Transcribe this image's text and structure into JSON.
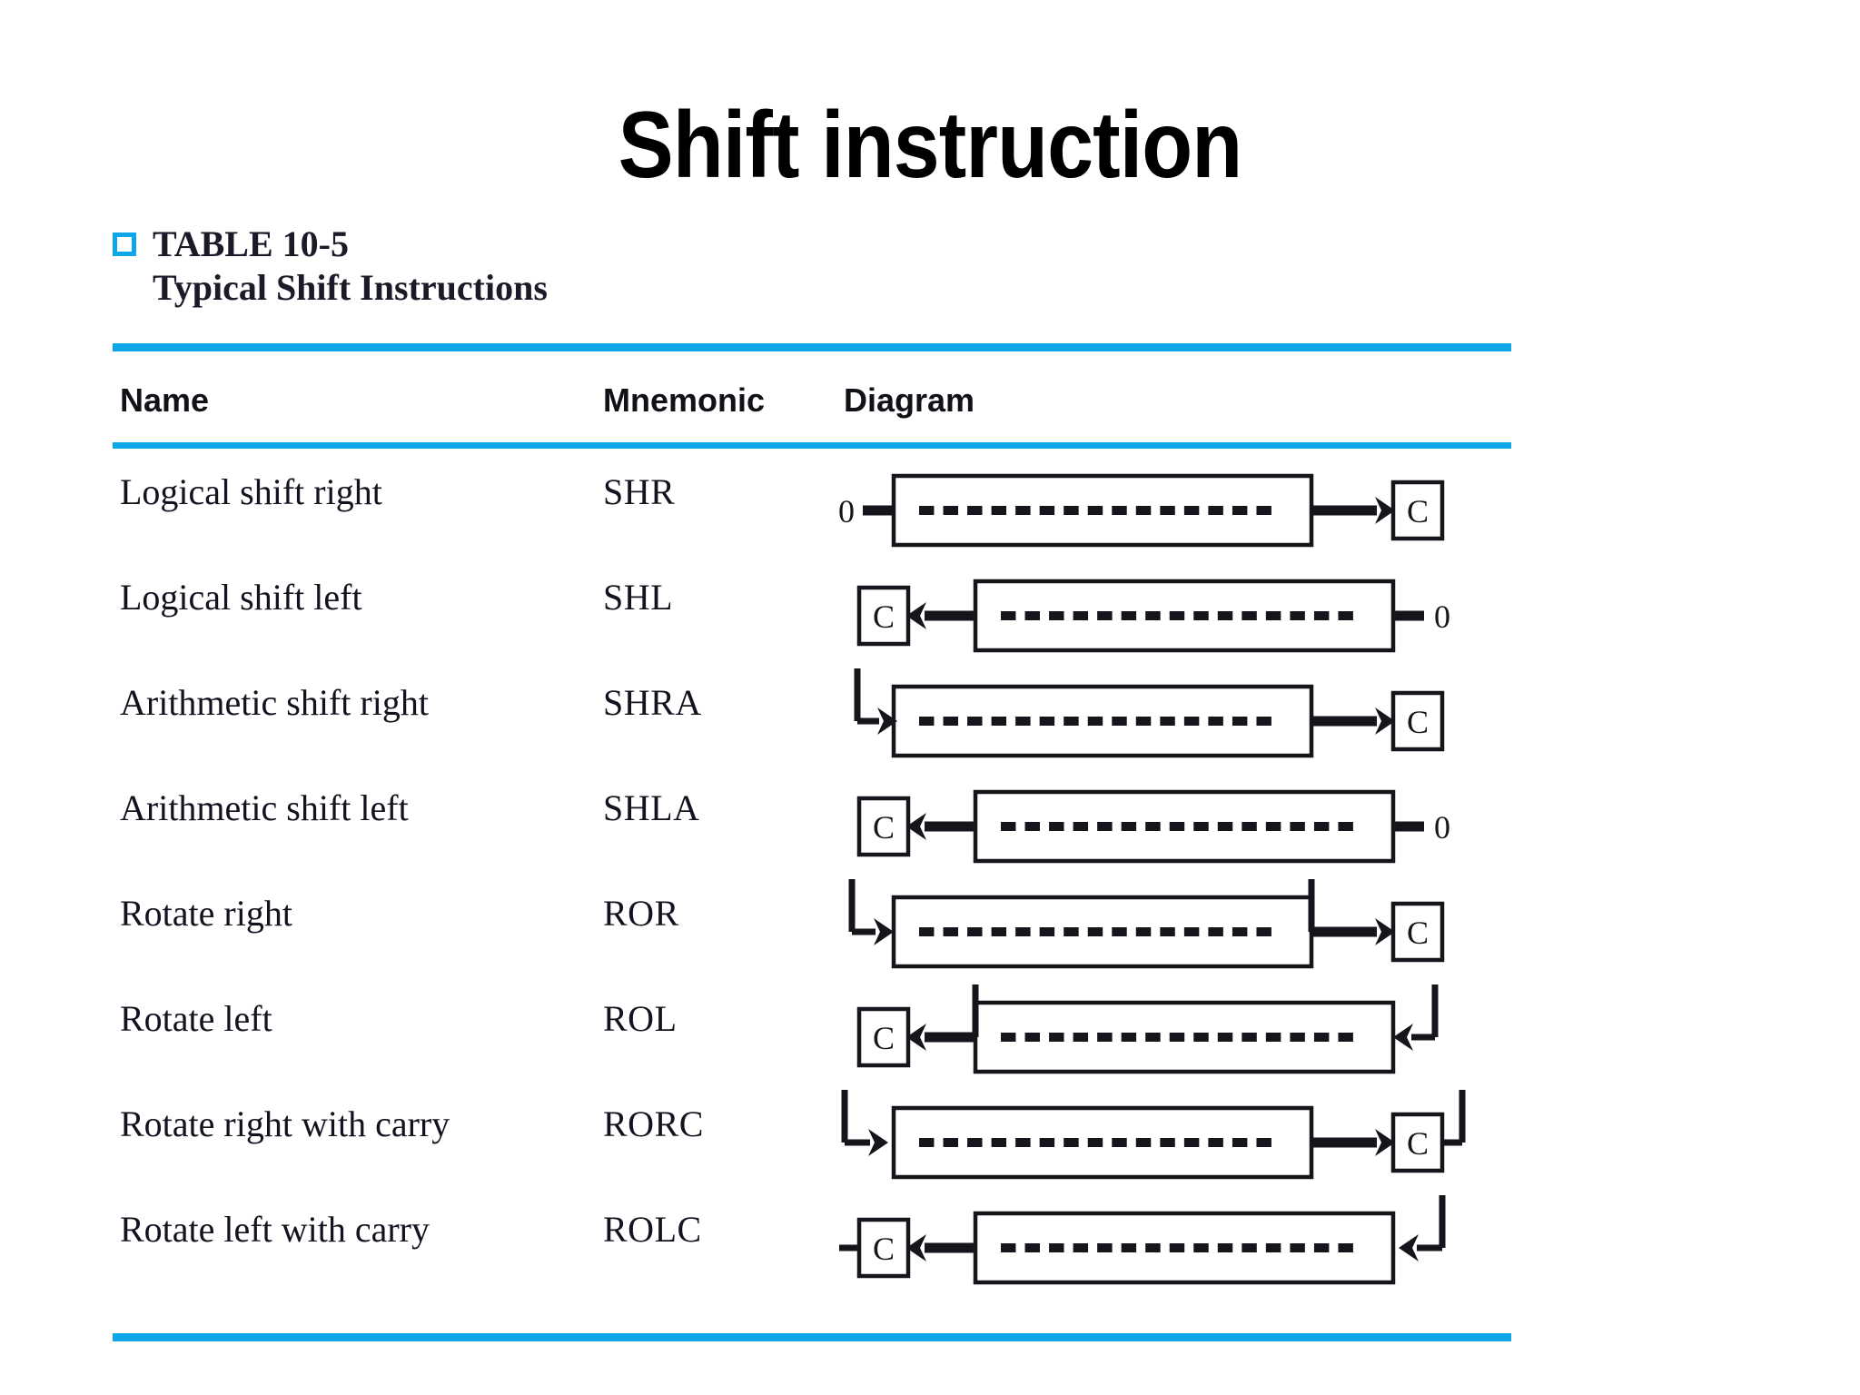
{
  "slide": {
    "title": "Shift instruction"
  },
  "table": {
    "marker_icon": "square-bullet-icon",
    "number_label": "TABLE 10-5",
    "caption": "Typical Shift Instructions",
    "accent_color": "#0CA6E8",
    "text_color": "#131320",
    "columns": [
      "Name",
      "Mnemonic",
      "Diagram"
    ],
    "rows": [
      {
        "name": "Logical shift right",
        "mnemonic": "SHR",
        "diagram": {
          "kind": "shift-right",
          "input_label": "0",
          "output_label": "C",
          "carry_box_side": "right",
          "feedback": "none"
        }
      },
      {
        "name": "Logical shift left",
        "mnemonic": "SHL",
        "diagram": {
          "kind": "shift-left",
          "input_label": "0",
          "output_label": "C",
          "carry_box_side": "left",
          "feedback": "none"
        }
      },
      {
        "name": "Arithmetic shift right",
        "mnemonic": "SHRA",
        "diagram": {
          "kind": "arith-shift-right",
          "input_label": "",
          "output_label": "C",
          "carry_box_side": "right",
          "feedback": "sign-hook"
        }
      },
      {
        "name": "Arithmetic shift left",
        "mnemonic": "SHLA",
        "diagram": {
          "kind": "arith-shift-left",
          "input_label": "0",
          "output_label": "C",
          "carry_box_side": "left",
          "feedback": "none"
        }
      },
      {
        "name": "Rotate right",
        "mnemonic": "ROR",
        "diagram": {
          "kind": "rotate-right",
          "input_label": "",
          "output_label": "C",
          "carry_box_side": "right",
          "feedback": "register-loop"
        }
      },
      {
        "name": "Rotate left",
        "mnemonic": "ROL",
        "diagram": {
          "kind": "rotate-left",
          "input_label": "",
          "output_label": "C",
          "carry_box_side": "left",
          "feedback": "register-loop"
        }
      },
      {
        "name": "Rotate right with carry",
        "mnemonic": "RORC",
        "diagram": {
          "kind": "rotate-right-carry",
          "input_label": "",
          "output_label": "C",
          "carry_box_side": "right",
          "feedback": "carry-loop"
        }
      },
      {
        "name": "Rotate left with carry",
        "mnemonic": "ROLC",
        "diagram": {
          "kind": "rotate-left-carry",
          "input_label": "",
          "output_label": "C",
          "carry_box_side": "left",
          "feedback": "carry-loop"
        }
      }
    ]
  }
}
